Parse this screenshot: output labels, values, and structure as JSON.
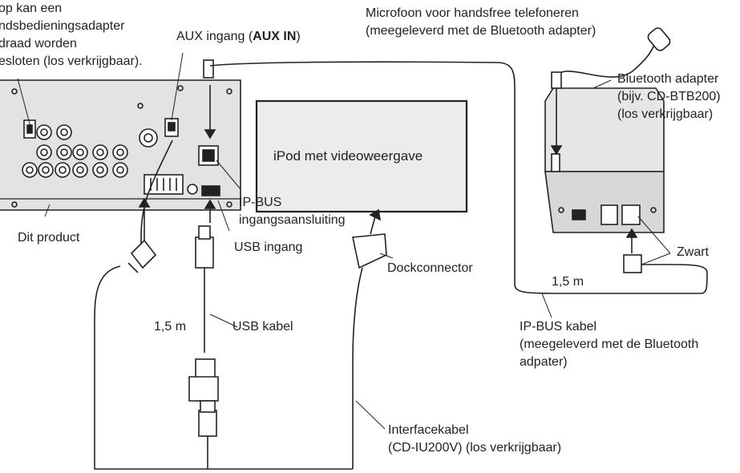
{
  "labels": {
    "steering_note": [
      "op kan een",
      "ndsbedieningsadapter",
      "draad worden",
      "esloten (los verkrijgbaar)."
    ],
    "aux_prefix": "AUX ingang (",
    "aux_bold": "AUX IN",
    "aux_suffix": ")",
    "mic_line1": "Microfoon voor handsfree telefoneren",
    "mic_line2": "(meegeleverd met de Bluetooth adapter)",
    "bt_line1": "Bluetooth adapter",
    "bt_line2": "(bijv. CD-BTB200)",
    "bt_line3": "(los verkrijgbaar)",
    "ipod": "iPod met videoweergave",
    "ipbus_in_line1": "IP-BUS",
    "ipbus_in_line2": "ingangsaansluiting",
    "product": "Dit product",
    "usb_in": "USB ingang",
    "dock": "Dockconnector",
    "zwart": "Zwart",
    "len_usb": "1,5 m",
    "len_ipbus": "1,5 m",
    "usb_cable": "USB kabel",
    "ipbus_cable_line1": "IP-BUS kabel",
    "ipbus_cable_line2": "(meegeleverd met de Bluetooth",
    "ipbus_cable_line3": "adpater)",
    "interface_line1": "Interfacekabel",
    "interface_line2": "(CD-IU200V) (los verkrijgbaar)"
  },
  "colors": {
    "line": "#222222",
    "panel": "#e3e3e3",
    "ipod_fill": "#ececec"
  }
}
